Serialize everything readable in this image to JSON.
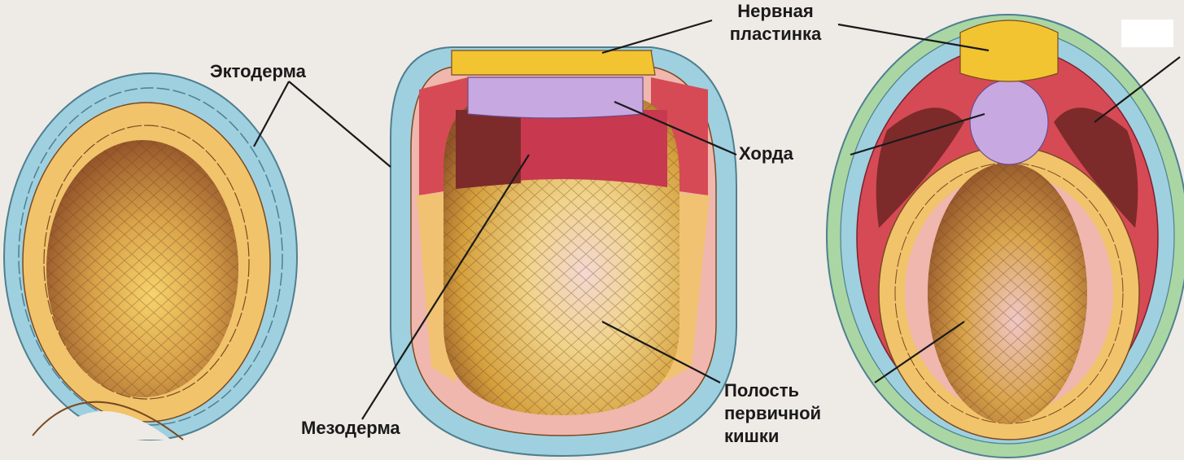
{
  "labels": {
    "ectoderm": "Эктодерма",
    "neural_plate_line1": "Нервная",
    "neural_plate_line2": "пластинка",
    "notochord": "Хорда",
    "mesoderm": "Мезодерма",
    "gut_line1": "Полость",
    "gut_line2": "первичной",
    "gut_line3": "кишки"
  },
  "colors": {
    "background": "#eeeae6",
    "ectoderm_cells": "#9fd0df",
    "ectoderm_cells_green": "#a9d6a3",
    "endoderm_cells": "#f1c36b",
    "endoderm_pink": "#efb7ae",
    "mesoderm_cells": "#d64a55",
    "mesoderm_dark": "#7d2a2a",
    "notochord": "#c8a8e0",
    "neural_plate": "#f2c431",
    "yolk": "#c9923e",
    "line": "#1a1a1a"
  },
  "icons": [
    "embryo-early-gastrula",
    "embryo-mid-gastrula",
    "embryo-late-gastrula"
  ]
}
